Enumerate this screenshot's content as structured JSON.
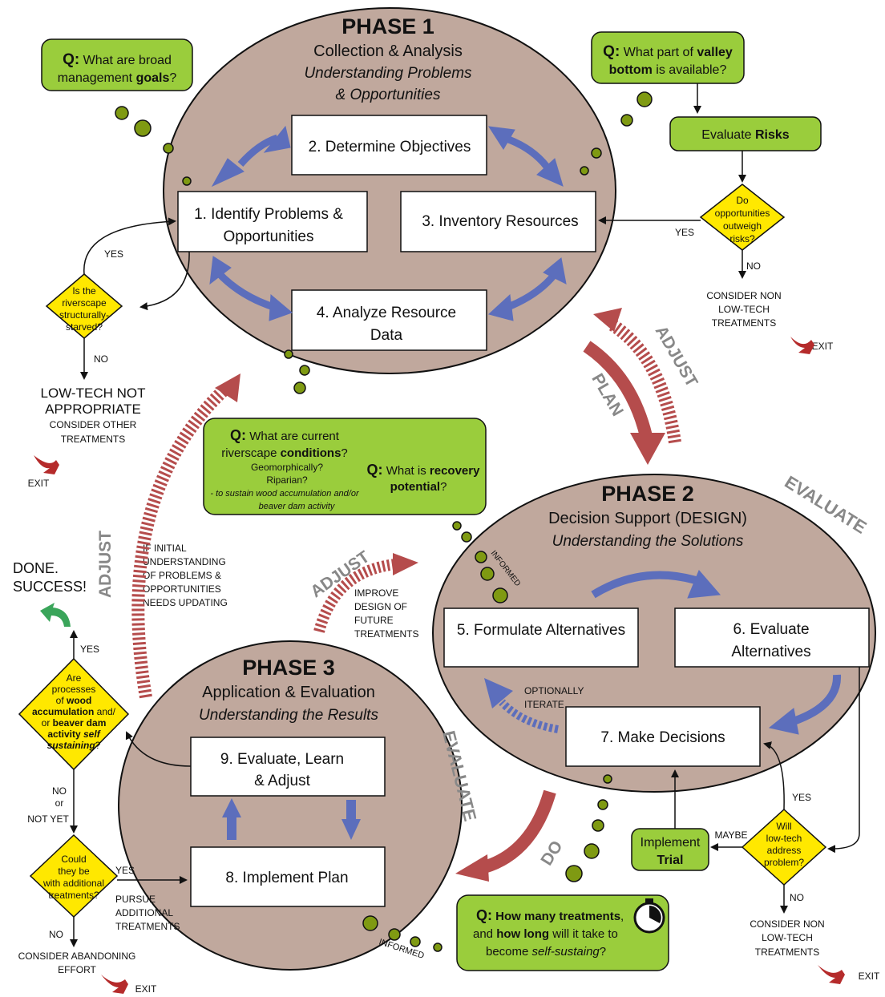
{
  "colors": {
    "phase_fill": "#c0a89d",
    "green_box": "#9acd3c",
    "diamond": "#ffe800",
    "blue_arrow": "#5c6ebc",
    "red_arrow": "#b54c4c",
    "dot_fill": "#7f9a12",
    "done_arrow": "#3aa55a",
    "exit_arrow": "#b52b2b"
  },
  "phase1": {
    "title": "PHASE 1",
    "subtitle": "Collection & Analysis",
    "italic_1": "Understanding Problems",
    "italic_2": "& Opportunities",
    "step1_l1": "1. Identify Problems &",
    "step1_l2": "Opportunities",
    "step2": "2. Determine Objectives",
    "step3": "3. Inventory Resources",
    "step4_l1": "4. Analyze Resource",
    "step4_l2": "Data"
  },
  "phase2": {
    "title": "PHASE 2",
    "subtitle": "Decision Support (DESIGN)",
    "italic": "Understanding the Solutions",
    "step5": "5. Formulate Alternatives",
    "step6_l1": "6. Evaluate",
    "step6_l2": "Alternatives",
    "step7": "7. Make Decisions",
    "optionally_1": "OPTIONALLY",
    "optionally_2": "ITERATE"
  },
  "phase3": {
    "title": "PHASE 3",
    "subtitle": "Application & Evaluation",
    "italic": "Understanding the Results",
    "step8": "8. Implement Plan",
    "step9_l1": "9. Evaluate, Learn",
    "step9_l2": "& Adjust"
  },
  "questions": {
    "q_label": "Q:",
    "goals_1": "What are broad",
    "goals_2a": "management ",
    "goals_2b": "goals",
    "goals_2c": "?",
    "valley_1a": "What part of ",
    "valley_1b": "valley",
    "valley_2a": "bottom",
    "valley_2b": " is available?",
    "cond_1": "What are current",
    "cond_2a": "riverscape ",
    "cond_2b": "conditions",
    "cond_2c": "?",
    "cond_3": "Geomorphically?",
    "cond_4": "Riparian?",
    "cond_5": "- to sustain wood accumulation and/or",
    "cond_6": "beaver dam activity",
    "recov_1a": "What is ",
    "recov_1b": "recovery",
    "recov_2a": "potential",
    "recov_2b": "?",
    "treat_1a": "How many treatments",
    "treat_1b": ",",
    "treat_2a": "and ",
    "treat_2b": "how long",
    "treat_2c": " will it take to",
    "treat_3a": "become ",
    "treat_3b": "self-sustaing",
    "treat_3c": "?"
  },
  "evaluate_risks_a": "Evaluate ",
  "evaluate_risks_b": "Risks",
  "implement_trial_1": "Implement",
  "implement_trial_2": "Trial",
  "diamonds": {
    "opp_1": "Do",
    "opp_2": "opportunities",
    "opp_3": "outweigh",
    "opp_4": "risks?",
    "starved_1": "Is the",
    "starved_2": "riverscape",
    "starved_3": "structurally-",
    "starved_4": "starved?",
    "sust_1": "Are",
    "sust_2": "processes",
    "sust_3a": "of ",
    "sust_3b": "wood",
    "sust_4a": "accumulation",
    "sust_4b": " and/",
    "sust_5a": "or ",
    "sust_5b": "beaver dam",
    "sust_6a": "activity",
    "sust_6b": " self",
    "sust_7a": "sustaining",
    "sust_7b": "?",
    "could_1": "Could",
    "could_2": "they be",
    "could_3": "with additional",
    "could_4": "treatments?",
    "will_1": "Will",
    "will_2": "low-tech",
    "will_3": "address",
    "will_4": "problem?"
  },
  "labels": {
    "yes": "YES",
    "no": "NO",
    "maybe": "MAYBE",
    "or": "or",
    "not_yet": "NOT YET",
    "exit": "EXIT",
    "informed": "INFORMED",
    "consider_nonlow_1": "CONSIDER NON",
    "consider_nonlow_2": "LOW-TECH",
    "consider_nonlow_3": "TREATMENTS",
    "lowtech_not_1": "LOW-TECH NOT",
    "lowtech_not_2": "APPROPRIATE",
    "consider_other_1": "CONSIDER OTHER",
    "consider_other_2": "TREATMENTS",
    "done_1": "DONE.",
    "done_2": "SUCCESS!",
    "abandon_1": "CONSIDER ABANDONING",
    "abandon_2": "EFFORT",
    "pursue_1": "PURSUE",
    "pursue_2": "ADDITIONAL",
    "pursue_3": "TREATMENTS",
    "if_initial_1": "IF INITIAL",
    "if_initial_2": "UNDERSTANDING",
    "if_initial_3": "OF PROBLEMS &",
    "if_initial_4": "OPPORTUNITIES",
    "if_initial_5": "NEEDS UPDATING",
    "improve_1": "IMPROVE",
    "improve_2": "DESIGN OF",
    "improve_3": "FUTURE",
    "improve_4": "TREATMENTS"
  },
  "cycle": {
    "adjust": "ADJUST",
    "plan": "PLAN",
    "evaluate": "EVALUATE",
    "do": "DO"
  }
}
